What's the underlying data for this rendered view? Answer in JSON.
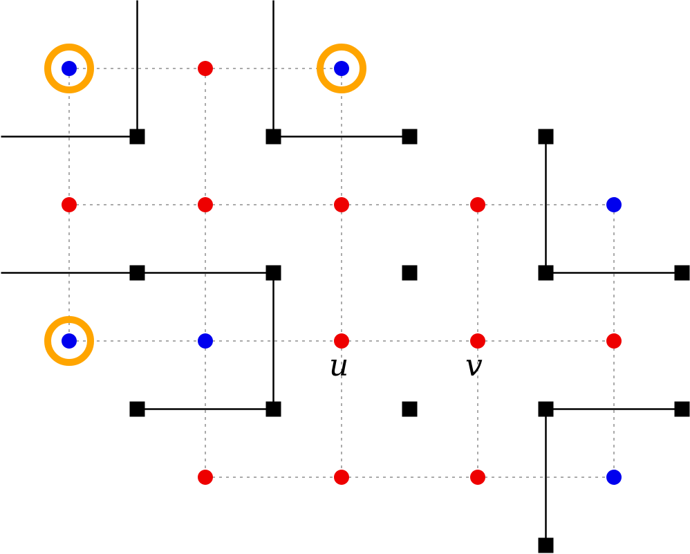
{
  "colors": {
    "red_node": "#ee0000",
    "blue_node": "#0000ee",
    "ring": "#ffa500",
    "square": "#000000",
    "dashed_edge": "#555555"
  },
  "grid": {
    "columns": 5,
    "rows": 4
  },
  "nodes": [
    {
      "id": "n00",
      "col": 0,
      "row": 0,
      "color": "blue",
      "ringed": true
    },
    {
      "id": "n10",
      "col": 1,
      "row": 0,
      "color": "red",
      "ringed": false
    },
    {
      "id": "n20",
      "col": 2,
      "row": 0,
      "color": "blue",
      "ringed": true
    },
    {
      "id": "n01",
      "col": 0,
      "row": 1,
      "color": "red",
      "ringed": false
    },
    {
      "id": "n11",
      "col": 1,
      "row": 1,
      "color": "red",
      "ringed": false
    },
    {
      "id": "n21",
      "col": 2,
      "row": 1,
      "color": "red",
      "ringed": false
    },
    {
      "id": "n31",
      "col": 3,
      "row": 1,
      "color": "red",
      "ringed": false
    },
    {
      "id": "n41",
      "col": 4,
      "row": 1,
      "color": "blue",
      "ringed": false
    },
    {
      "id": "n02",
      "col": 0,
      "row": 2,
      "color": "blue",
      "ringed": true
    },
    {
      "id": "n12",
      "col": 1,
      "row": 2,
      "color": "blue",
      "ringed": false
    },
    {
      "id": "n22",
      "col": 2,
      "row": 2,
      "color": "red",
      "ringed": false,
      "label": "u"
    },
    {
      "id": "n32",
      "col": 3,
      "row": 2,
      "color": "red",
      "ringed": false,
      "label": "v"
    },
    {
      "id": "n42",
      "col": 4,
      "row": 2,
      "color": "red",
      "ringed": false
    },
    {
      "id": "n13",
      "col": 1,
      "row": 3,
      "color": "red",
      "ringed": false
    },
    {
      "id": "n23",
      "col": 2,
      "row": 3,
      "color": "red",
      "ringed": false
    },
    {
      "id": "n33",
      "col": 3,
      "row": 3,
      "color": "red",
      "ringed": false
    },
    {
      "id": "n43",
      "col": 4,
      "row": 3,
      "color": "blue",
      "ringed": false
    }
  ],
  "dashed_edges": [
    [
      "n00",
      "n10"
    ],
    [
      "n10",
      "n20"
    ],
    [
      "n01",
      "n11"
    ],
    [
      "n11",
      "n21"
    ],
    [
      "n21",
      "n31"
    ],
    [
      "n31",
      "n41"
    ],
    [
      "n02",
      "n12"
    ],
    [
      "n12",
      "n22"
    ],
    [
      "n22",
      "n32"
    ],
    [
      "n32",
      "n42"
    ],
    [
      "n13",
      "n23"
    ],
    [
      "n23",
      "n33"
    ],
    [
      "n33",
      "n43"
    ],
    [
      "n00",
      "n01"
    ],
    [
      "n01",
      "n02"
    ],
    [
      "n10",
      "n11"
    ],
    [
      "n11",
      "n12"
    ],
    [
      "n12",
      "n13"
    ],
    [
      "n20",
      "n21"
    ],
    [
      "n21",
      "n22"
    ],
    [
      "n22",
      "n23"
    ],
    [
      "n31",
      "n32"
    ],
    [
      "n32",
      "n33"
    ],
    [
      "n41",
      "n42"
    ],
    [
      "n42",
      "n43"
    ]
  ],
  "squares": [
    {
      "id": "s10",
      "i": 1,
      "j": 0
    },
    {
      "id": "s20",
      "i": 2,
      "j": 0
    },
    {
      "id": "s30",
      "i": 3,
      "j": 0
    },
    {
      "id": "s40",
      "i": 4,
      "j": 0
    },
    {
      "id": "s11",
      "i": 1,
      "j": 1
    },
    {
      "id": "s21",
      "i": 2,
      "j": 1
    },
    {
      "id": "s31",
      "i": 3,
      "j": 1
    },
    {
      "id": "s41",
      "i": 4,
      "j": 1
    },
    {
      "id": "s51",
      "i": 5,
      "j": 1
    },
    {
      "id": "s12",
      "i": 1,
      "j": 2
    },
    {
      "id": "s22",
      "i": 2,
      "j": 2
    },
    {
      "id": "s32",
      "i": 3,
      "j": 2
    },
    {
      "id": "s42",
      "i": 4,
      "j": 2
    },
    {
      "id": "s52",
      "i": 5,
      "j": 2
    },
    {
      "id": "s43",
      "i": 4,
      "j": 3
    }
  ],
  "walls": [
    {
      "from": [
        1,
        -1
      ],
      "to": [
        1,
        0
      ]
    },
    {
      "from": [
        2,
        -1
      ],
      "to": [
        2,
        0
      ]
    },
    {
      "from": [
        0,
        0
      ],
      "to": [
        1,
        0
      ]
    },
    {
      "from": [
        2,
        0
      ],
      "to": [
        3,
        0
      ]
    },
    {
      "from": [
        4,
        0
      ],
      "to": [
        4,
        1
      ]
    },
    {
      "from": [
        0,
        1
      ],
      "to": [
        1,
        1
      ]
    },
    {
      "from": [
        1,
        1
      ],
      "to": [
        2,
        1
      ]
    },
    {
      "from": [
        2,
        1
      ],
      "to": [
        2,
        2
      ]
    },
    {
      "from": [
        4,
        1
      ],
      "to": [
        5,
        1
      ]
    },
    {
      "from": [
        1,
        2
      ],
      "to": [
        2,
        2
      ]
    },
    {
      "from": [
        4,
        2
      ],
      "to": [
        5,
        2
      ]
    },
    {
      "from": [
        4,
        2
      ],
      "to": [
        4,
        3
      ]
    }
  ]
}
